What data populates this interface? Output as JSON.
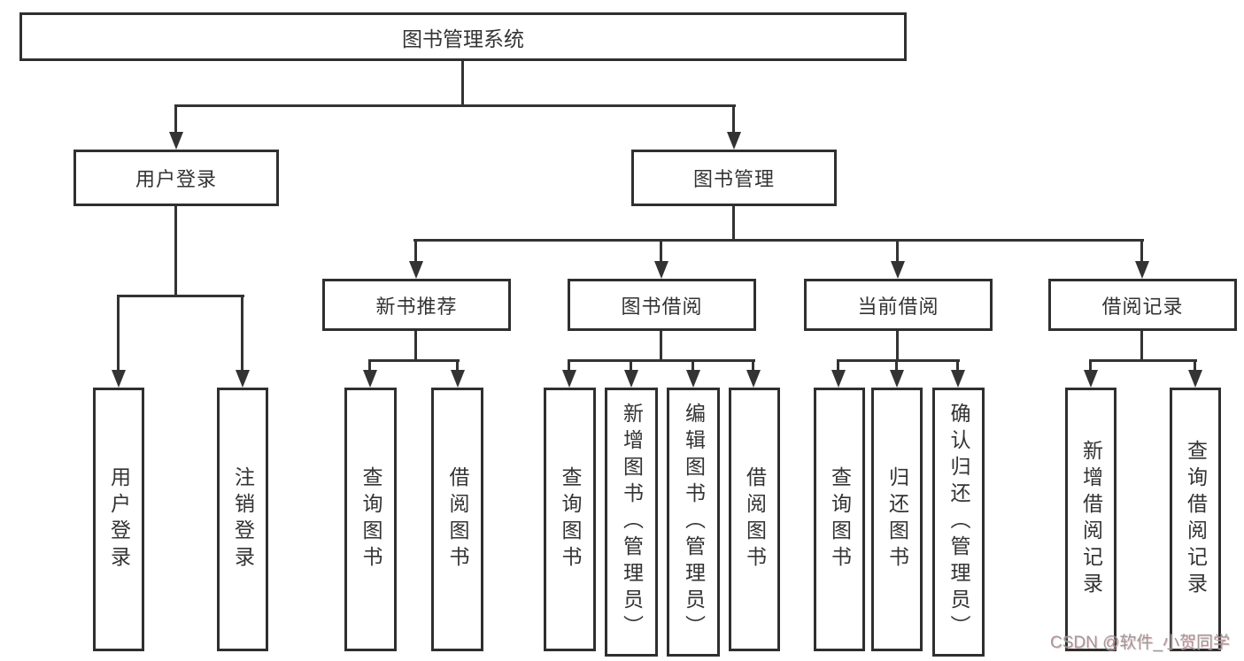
{
  "tree": {
    "root": {
      "label": "图书管理系统"
    },
    "children": [
      {
        "label": "用户登录",
        "children": [
          {
            "label": "用户登录"
          },
          {
            "label": "注销登录"
          }
        ]
      },
      {
        "label": "图书管理",
        "children": [
          {
            "label": "新书推荐",
            "children": [
              {
                "label": "查询图书"
              },
              {
                "label": "借阅图书"
              }
            ]
          },
          {
            "label": "图书借阅",
            "children": [
              {
                "label": "查询图书"
              },
              {
                "label": "新增图书（管理员）"
              },
              {
                "label": "编辑图书（管理员）"
              },
              {
                "label": "借阅图书"
              }
            ]
          },
          {
            "label": "当前借阅",
            "children": [
              {
                "label": "查询图书"
              },
              {
                "label": "归还图书"
              },
              {
                "label": "确认归还（管理员）"
              }
            ]
          },
          {
            "label": "借阅记录",
            "children": [
              {
                "label": "新增借阅记录"
              },
              {
                "label": "查询借阅记录"
              }
            ]
          }
        ]
      }
    ]
  },
  "watermark": "CSDN @软件_小贺同学",
  "colors": {
    "border": "#2f2f2f",
    "line": "#333333",
    "text": "#333333",
    "background": "#ffffff",
    "watermark": "#989898"
  }
}
